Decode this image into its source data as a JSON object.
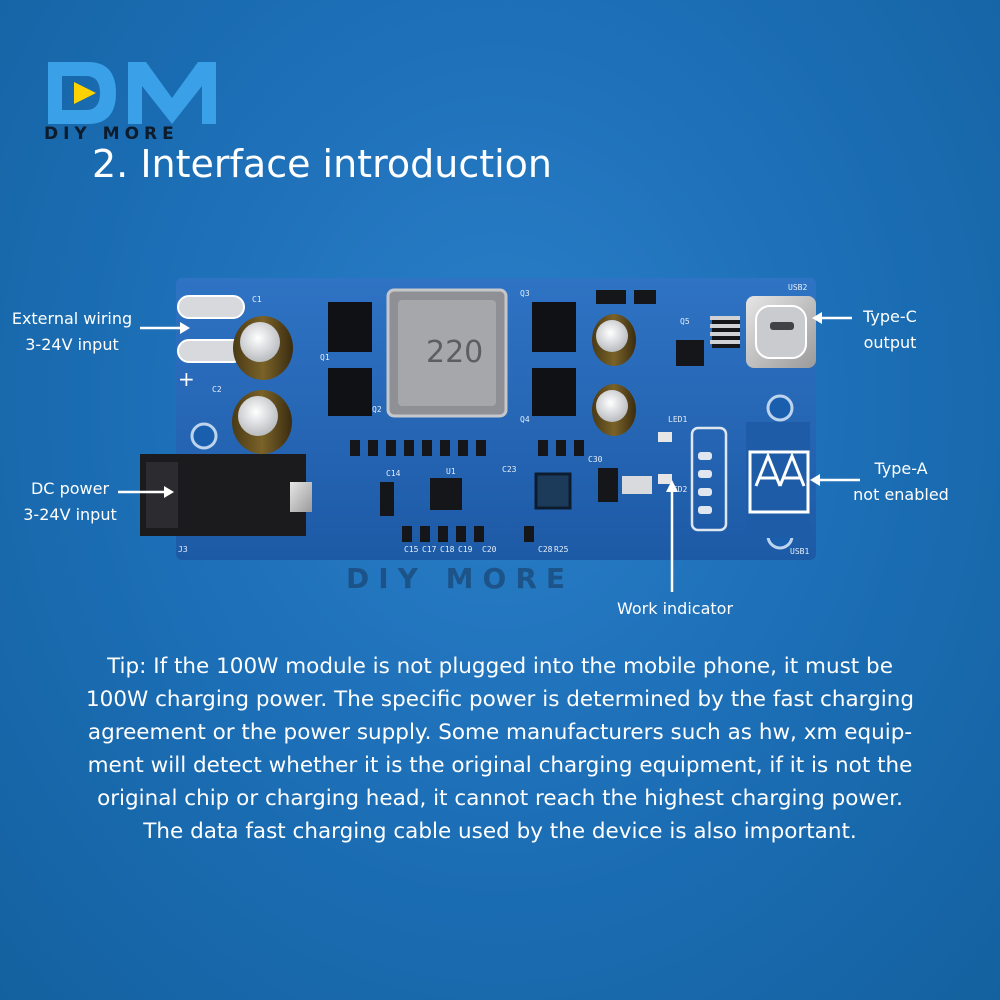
{
  "brand": {
    "logo_text": "DIY MORE",
    "colors": {
      "dark": "#0d1b2a",
      "blue": "#3aa0e8",
      "yellow": "#ffd200"
    }
  },
  "title": "2. Interface introduction",
  "callouts": {
    "external_wiring": {
      "line1": "External wiring",
      "line2": "3-24V input"
    },
    "dc_power": {
      "line1": "DC power",
      "line2": "3-24V input"
    },
    "type_c": {
      "line1": "Type-C",
      "line2": "output"
    },
    "type_a": {
      "line1": "Type-A",
      "line2": "not enabled"
    },
    "work_indicator": "Work indicator"
  },
  "board": {
    "inductor_label": "220",
    "plus_mark": "+",
    "labels": [
      "USB2",
      "USB1",
      "J3",
      "LED1",
      "LED2",
      "C1",
      "C2",
      "Q1",
      "Q2",
      "Q3",
      "Q4",
      "Q5",
      "C23",
      "C30",
      "C20",
      "C28",
      "R25",
      "C15",
      "C17",
      "C18",
      "C19",
      "U1",
      "C14"
    ]
  },
  "watermark": "DIY MORE",
  "tip": {
    "line1": "Tip: If the 100W module is not plugged into the mobile phone, it must be",
    "line2": "100W charging power. The specific power is determined by the fast charging",
    "line3": "agreement or the power supply. Some manufacturers such as hw, xm equip-",
    "line4": "ment will detect whether it is the original charging equipment, if it is not the",
    "line5": "original chip or charging head, it cannot reach the highest charging power.",
    "line6": "The data fast charging cable used by the device is also important."
  }
}
